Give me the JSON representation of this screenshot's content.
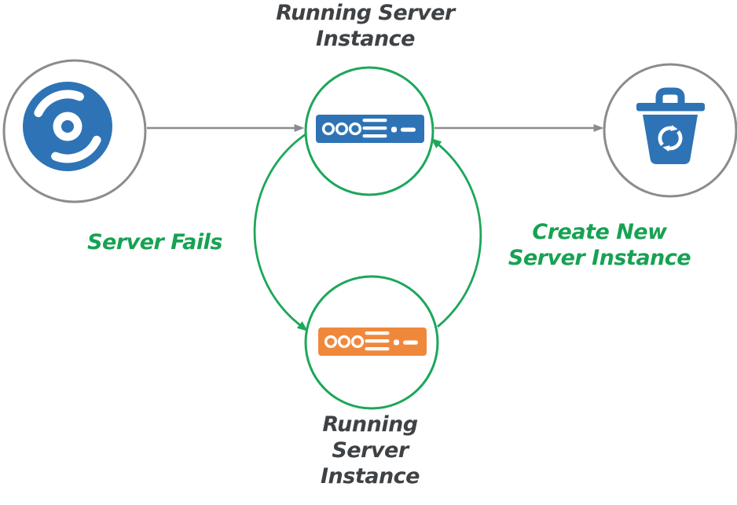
{
  "diagram": {
    "type": "server-lifecycle-flow",
    "nodes": [
      {
        "id": "machine-image",
        "icon": "disc-icon",
        "icon_color": "#2e73b5",
        "border_color": "#8a8c8f",
        "label": ""
      },
      {
        "id": "running-server",
        "icon": "server-icon",
        "icon_color": "#2e73b5",
        "border_color": "#1ca75a",
        "label": "Running Server Instance"
      },
      {
        "id": "replacement-server",
        "icon": "server-icon",
        "icon_color": "#f0883c",
        "border_color": "#1ca75a",
        "label": "Running Server Instance"
      },
      {
        "id": "terminated-server",
        "icon": "trash-recycle-icon",
        "icon_color": "#2e73b5",
        "border_color": "#8a8c8f",
        "label": ""
      }
    ],
    "edges": [
      {
        "from": "machine-image",
        "to": "running-server",
        "label": "",
        "color": "#8a8c8f",
        "style": "straight"
      },
      {
        "from": "running-server",
        "to": "terminated-server",
        "label": "",
        "color": "#8a8c8f",
        "style": "straight"
      },
      {
        "from": "running-server",
        "to": "replacement-server",
        "label": "Server Fails",
        "color": "#16a253",
        "style": "arc-left"
      },
      {
        "from": "replacement-server",
        "to": "running-server",
        "label": "Create New Server Instance",
        "color": "#16a253",
        "style": "arc-right"
      }
    ]
  },
  "labels": {
    "running_top": {
      "lines": [
        "Running Server",
        "Instance"
      ]
    },
    "server_fails": {
      "lines": [
        "Server Fails"
      ]
    },
    "create_new": {
      "lines": [
        "Create New",
        "Server Instance"
      ]
    },
    "running_bottom": {
      "lines": [
        "Running",
        "Server",
        "Instance"
      ]
    }
  },
  "colors": {
    "blue": "#2e73b5",
    "orange": "#f0883c",
    "green": "#1ca75a",
    "green_text": "#16a253",
    "gray": "#8a8c8f",
    "dark_text": "#3f4245",
    "background": "#ffffff"
  }
}
